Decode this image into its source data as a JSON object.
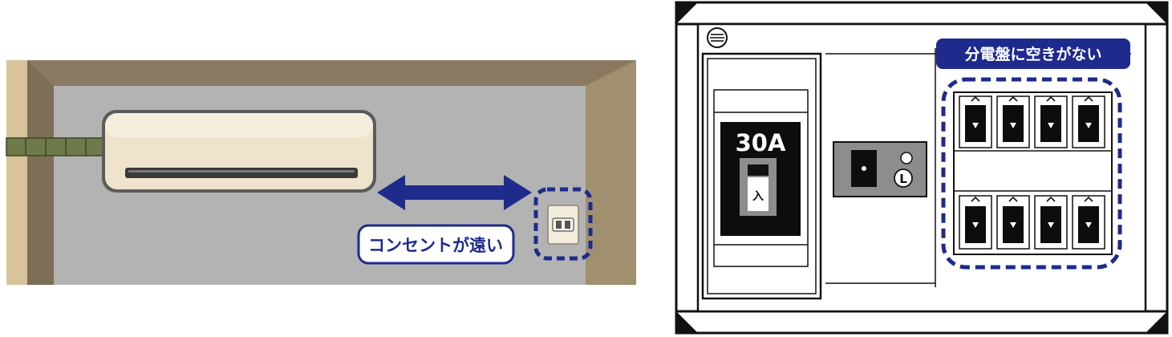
{
  "left_scene": {
    "callout_text": "コンセントが遠い",
    "arrow_color": "#1e2a8c",
    "highlight_color": "#1e2a8c"
  },
  "right_scene": {
    "breaker_rating": "30A",
    "breaker_switch_label": "入",
    "leakage_indicator_label": "L",
    "callout_text": "分電盤に空きがない",
    "highlight_color": "#1e2a8c",
    "branch_switch_rows": 2,
    "branch_switches_per_row": 4
  }
}
